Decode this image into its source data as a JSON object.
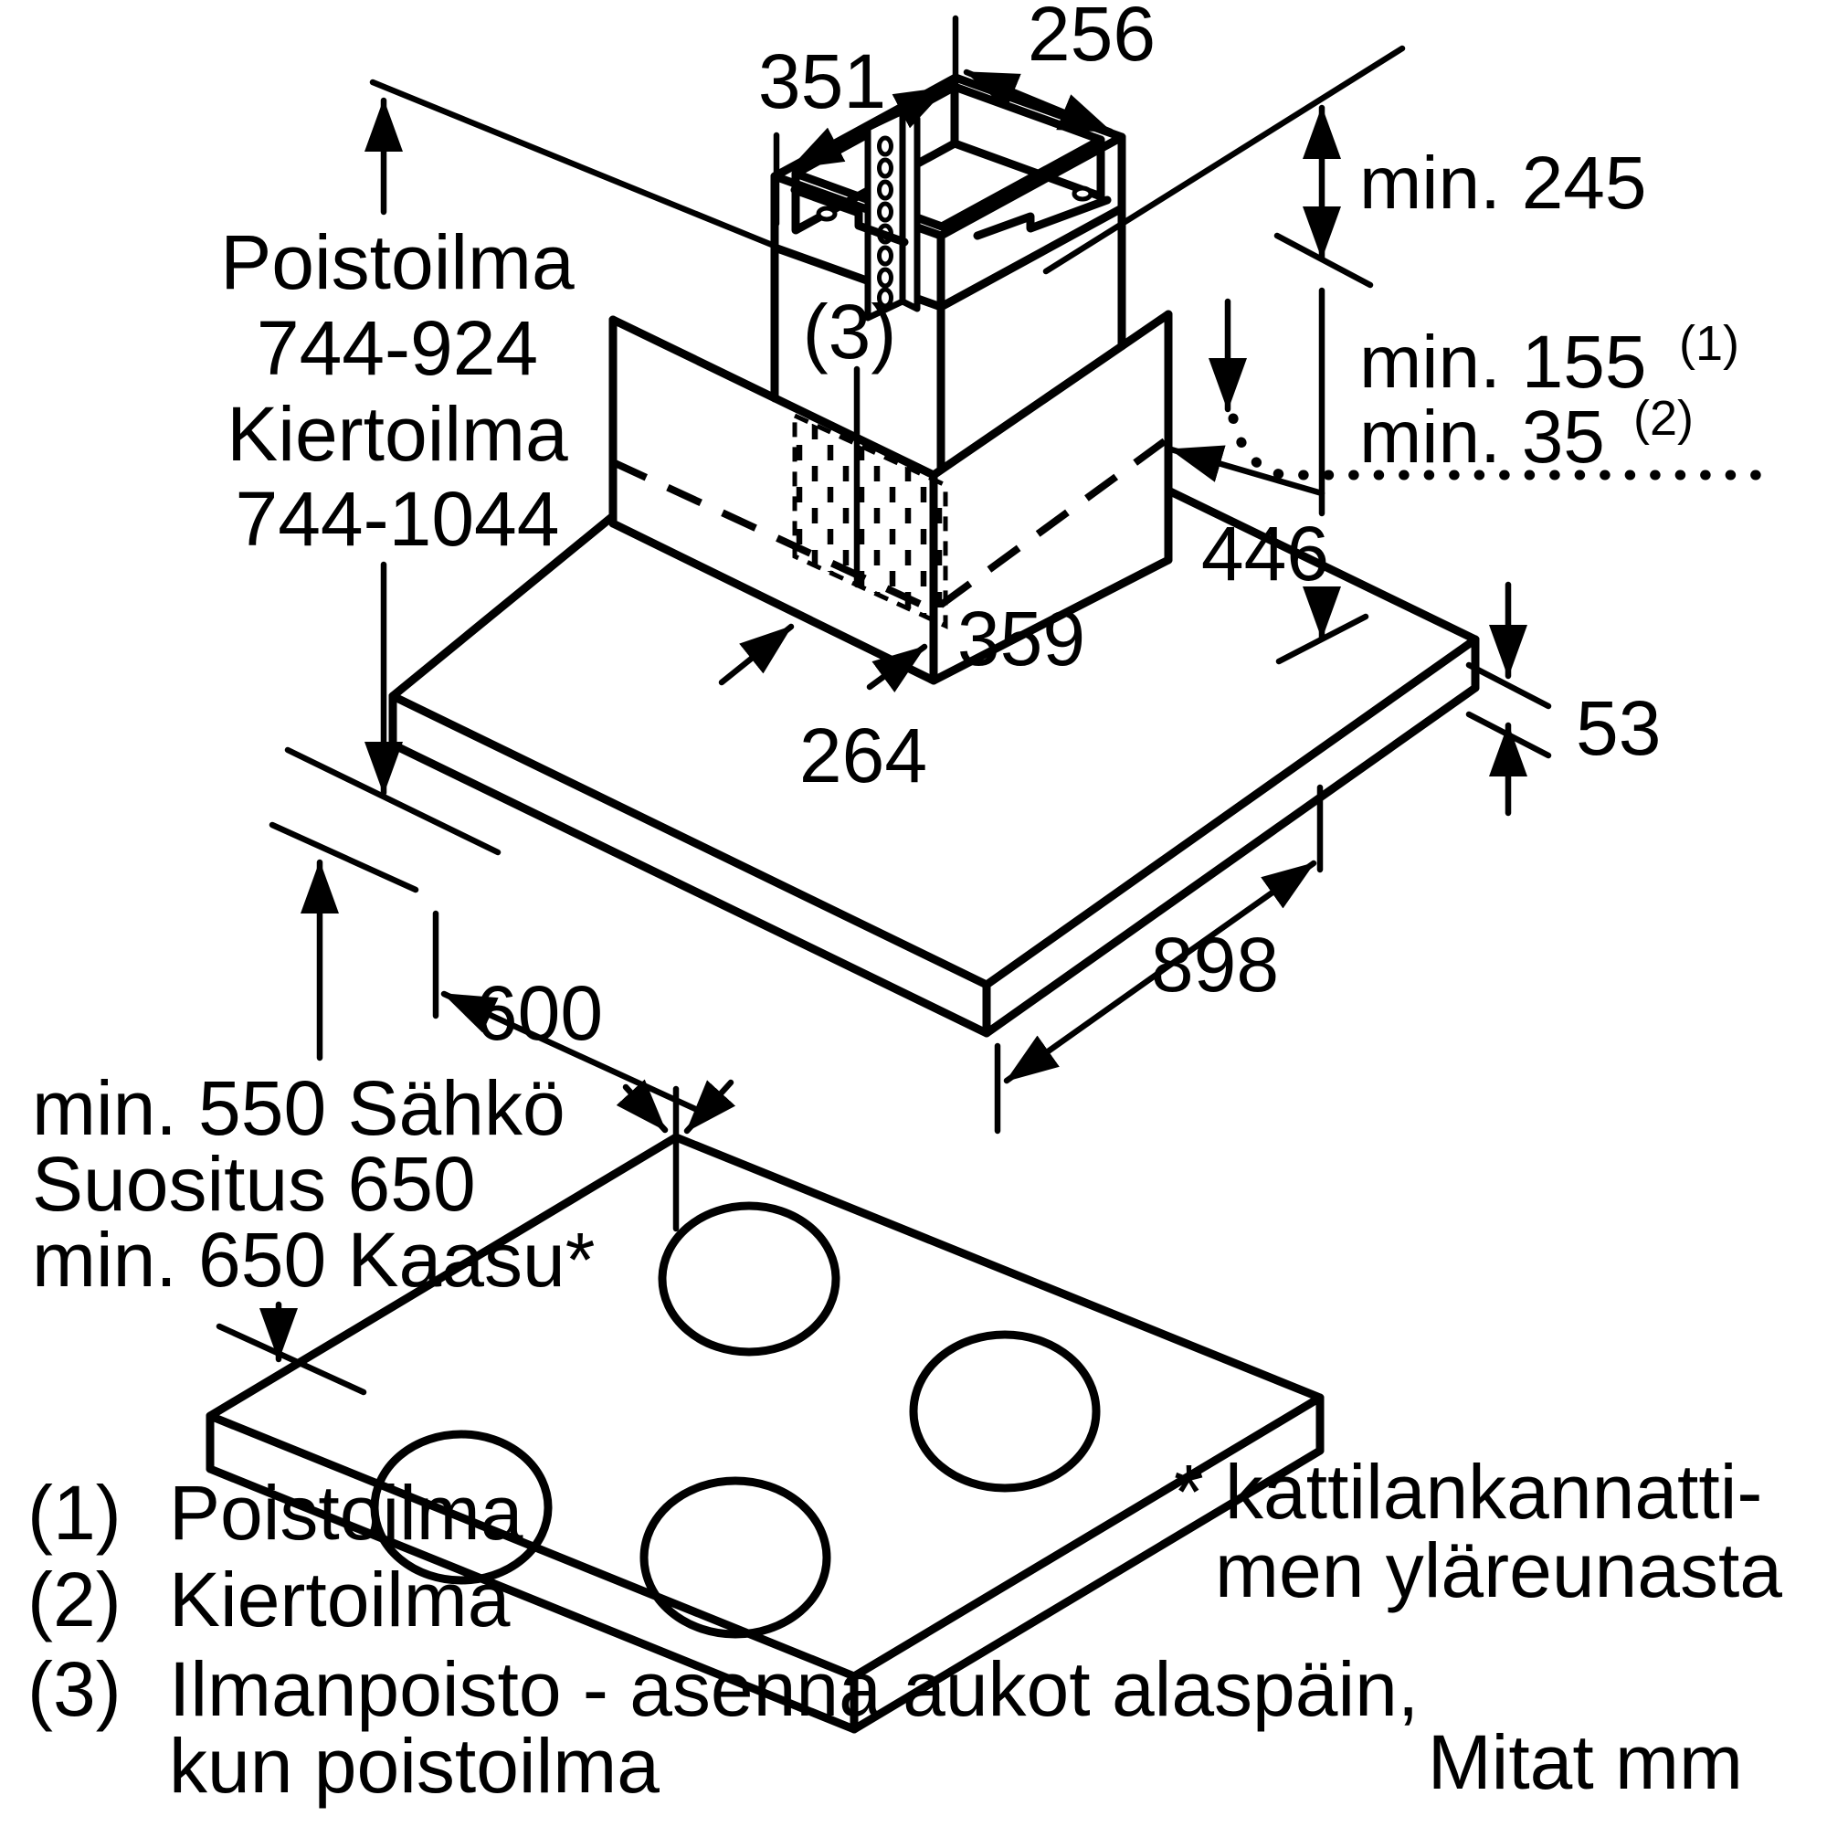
{
  "units_note": "Mitat mm",
  "chimney": {
    "dim_width_top": "351",
    "dim_depth_top": "256",
    "dim_min_ceiling": "min. 245",
    "dim_min_exhaust": "min. 155",
    "sup_exhaust": "(1)",
    "dim_min_recirc": "min. 35",
    "sup_recirc": "(2)",
    "dim_446": "446",
    "dim_359": "359",
    "dim_264": "264",
    "vent_label": "(3)",
    "height_note": [
      "Poistoilma",
      "744-924",
      "Kiertoilma",
      "744-1044"
    ]
  },
  "canopy": {
    "dim_thickness": "53",
    "dim_length": "898",
    "dim_depth": "600"
  },
  "clearance": {
    "line1": "min. 550 Sähkö",
    "line2": "Suositus 650",
    "line3": "min. 650 Kaasu*"
  },
  "legend": [
    {
      "num": "(1)",
      "label": "Poistoilma"
    },
    {
      "num": "(2)",
      "label": "Kiertoilma"
    },
    {
      "num": "(3)",
      "label": "Ilmanpoisto - asenna aukot alaspäin,",
      "label2": "kun poistoilma"
    }
  ],
  "footnote": {
    "line1": "* kattilankannatti-",
    "line2": "men yläreunasta"
  },
  "colors": {
    "ink": "#000000",
    "paper": "#ffffff"
  }
}
